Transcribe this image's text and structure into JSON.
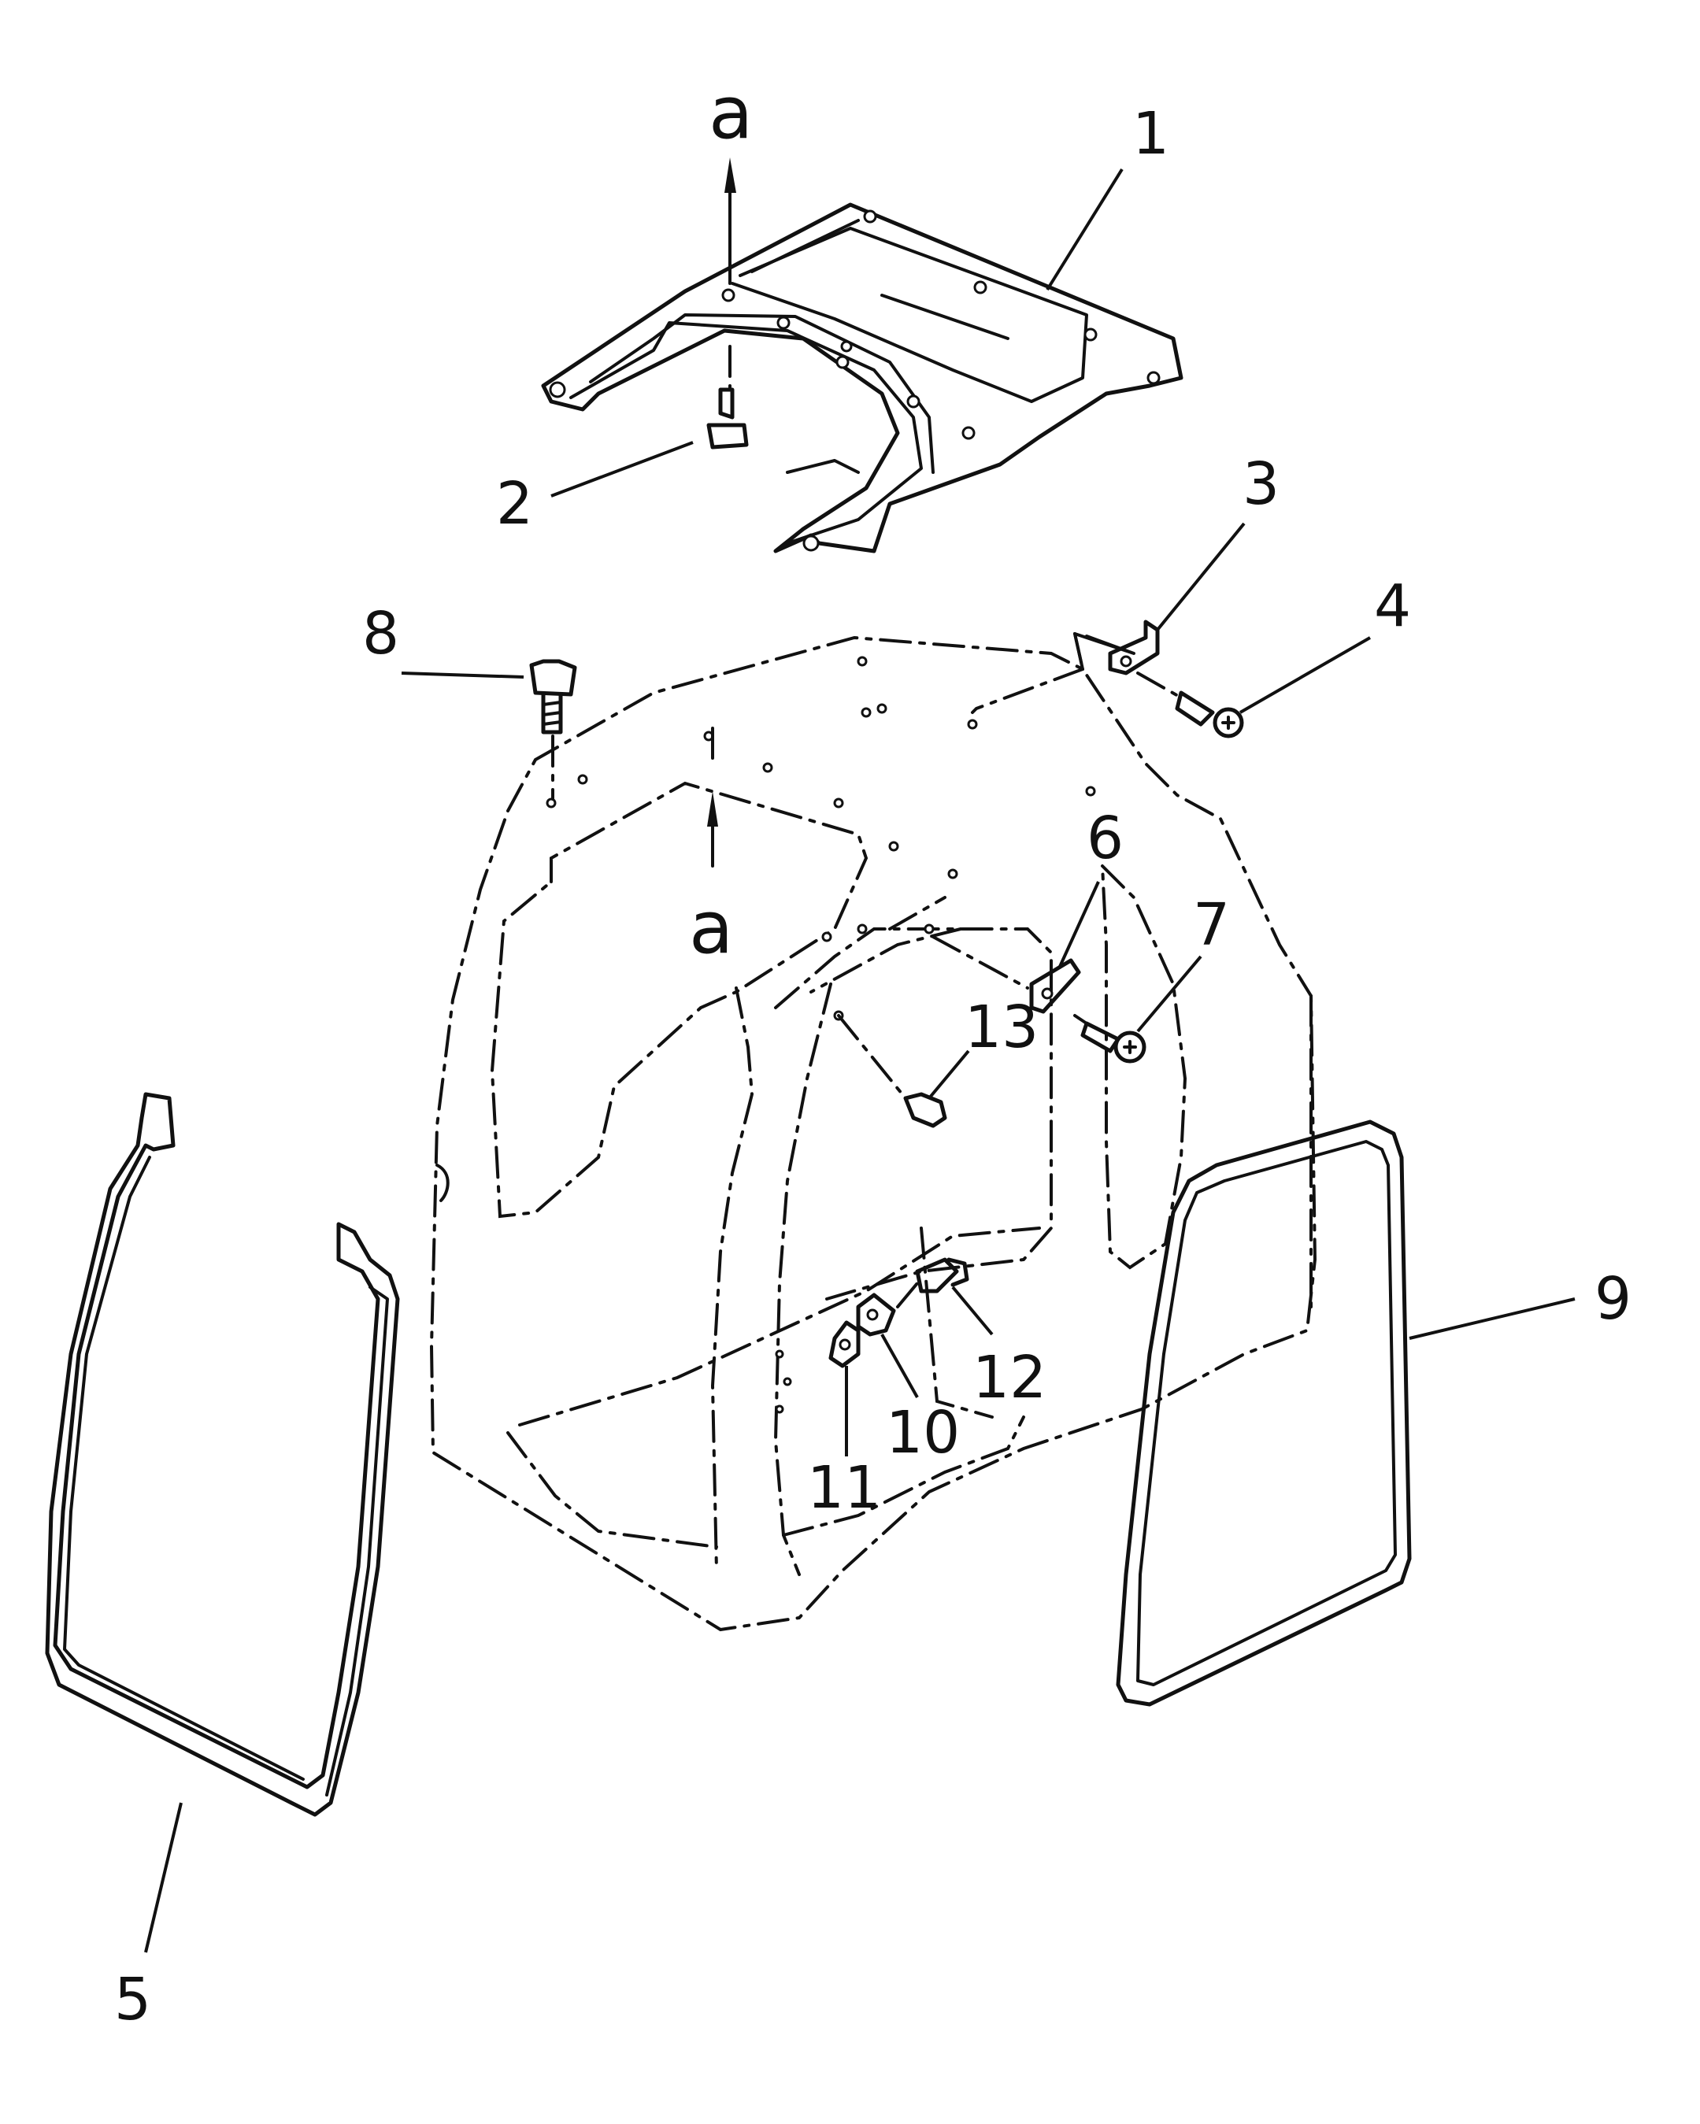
{
  "callouts": {
    "c1": "1",
    "c2": "2",
    "c3": "3",
    "c4": "4",
    "c5": "5",
    "c6": "6",
    "c7": "7",
    "c8": "8",
    "c9": "9",
    "c10": "10",
    "c11": "11",
    "c12": "12",
    "c13": "13"
  },
  "view_markers": {
    "top": "a",
    "cab": "a"
  }
}
